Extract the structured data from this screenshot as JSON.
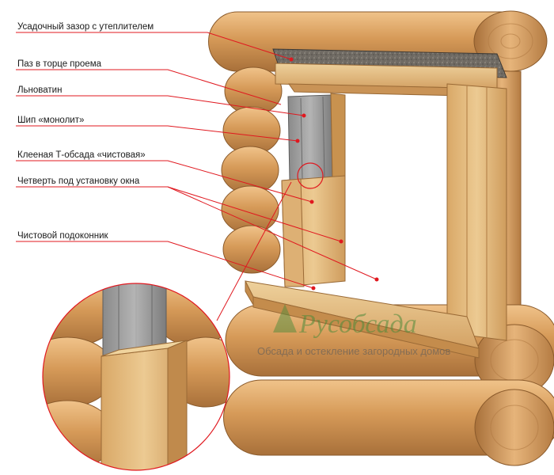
{
  "labels": {
    "shrink_gap": "Усадочный зазор с утеплителем",
    "groove": "Паз в торце проема",
    "linen_wool": "Льноватин",
    "tenon": "Шип «монолит»",
    "t_casing": "Клееная Т-обсада «чистовая»",
    "quarter": "Четверть под установку окна",
    "sill": "Чистовой подоконник"
  },
  "watermark": {
    "brand": "Русобсада",
    "tagline": "Обсада и остекление загородных домов"
  },
  "colors": {
    "leader": "#e0181f",
    "wood_light": "#e8c58c",
    "wood_mid": "#d9a867",
    "wood_dark": "#b98445",
    "log": "#d69a58",
    "insulation": "#9a9a9a",
    "gap_fill": "#6f6a63"
  }
}
